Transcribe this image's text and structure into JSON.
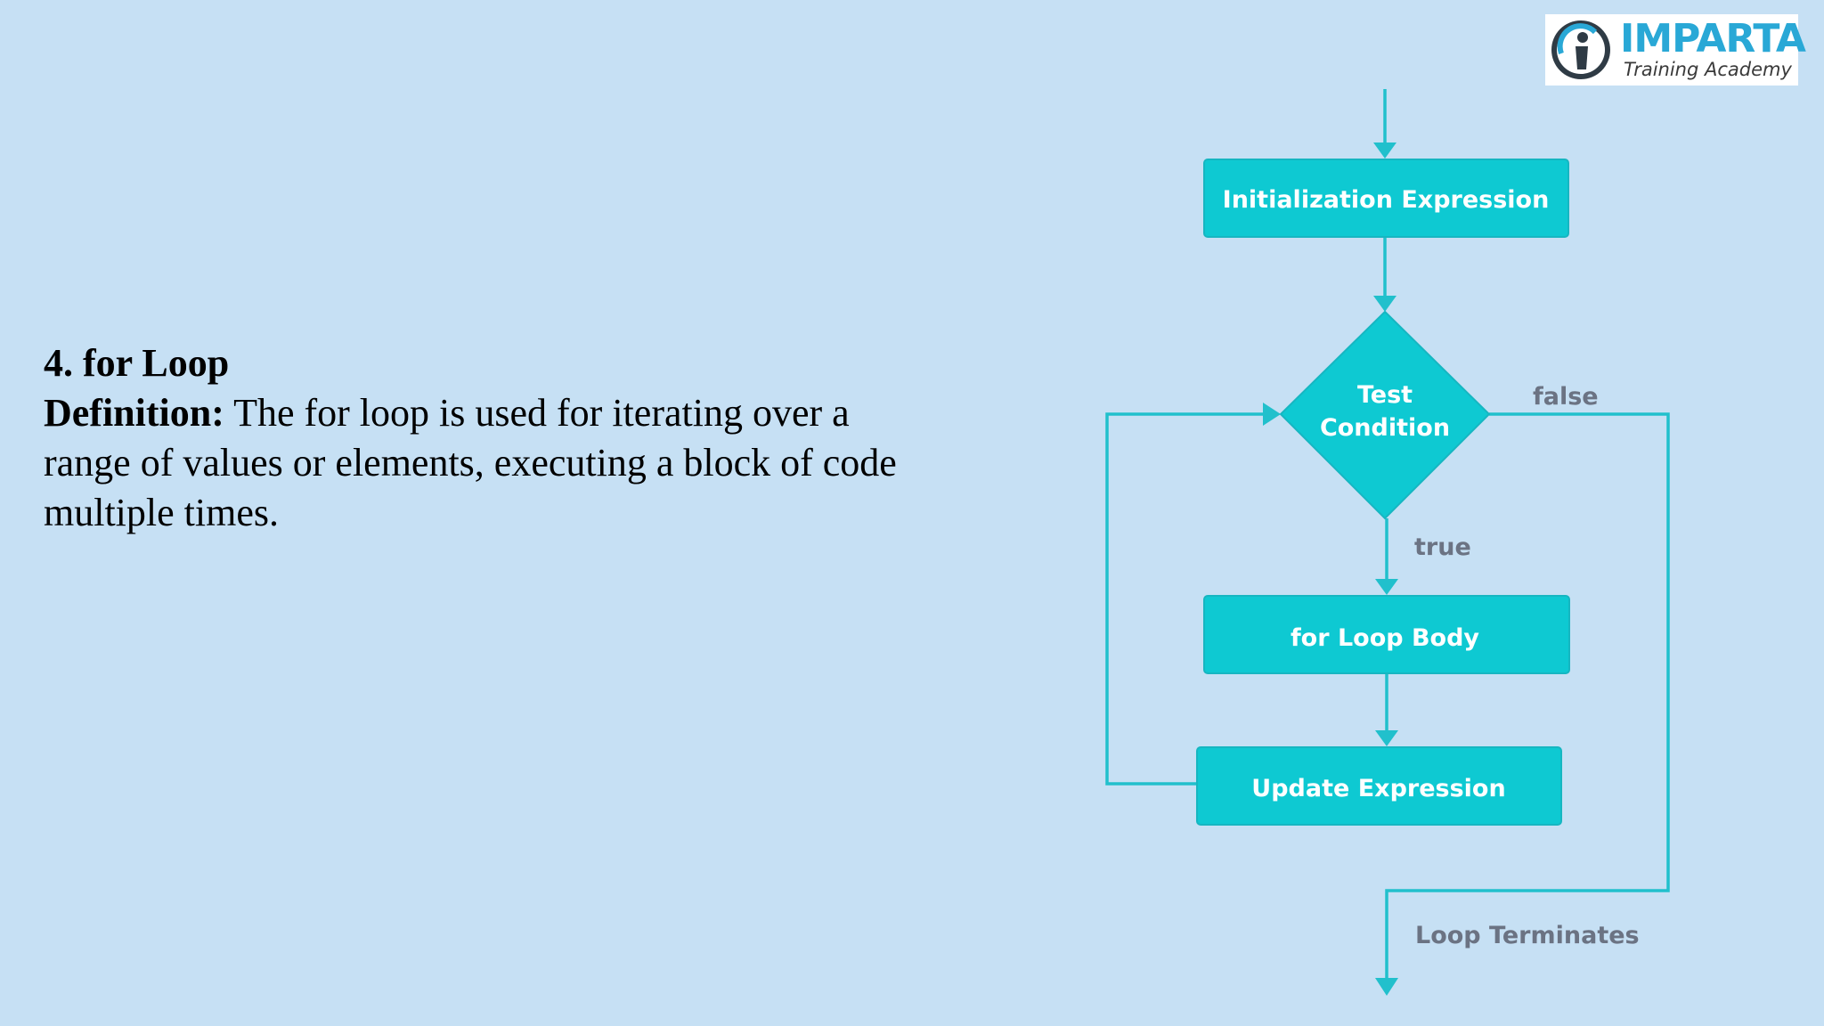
{
  "slide": {
    "heading": "4. for Loop",
    "definition_label": "Definition:",
    "definition_text": " The for loop is used for iterating over a range of values or elements, executing a block of code multiple times."
  },
  "logo": {
    "name": "IMPARTA",
    "tagline": "Training Academy"
  },
  "flowchart": {
    "nodes": {
      "init": "Initialization Expression",
      "test_line1": "Test",
      "test_line2": "Condition",
      "body": "for Loop Body",
      "update": "Update Expression"
    },
    "edges": {
      "true_label": "true",
      "false_label": "false",
      "exit_label": "Loop Terminates"
    }
  },
  "colors": {
    "background": "#c6e0f4",
    "node_fill": "#0ec9d2",
    "connector": "#21c0cc",
    "edge_label": "#6b7383",
    "logo_blue": "#29a8d6"
  }
}
